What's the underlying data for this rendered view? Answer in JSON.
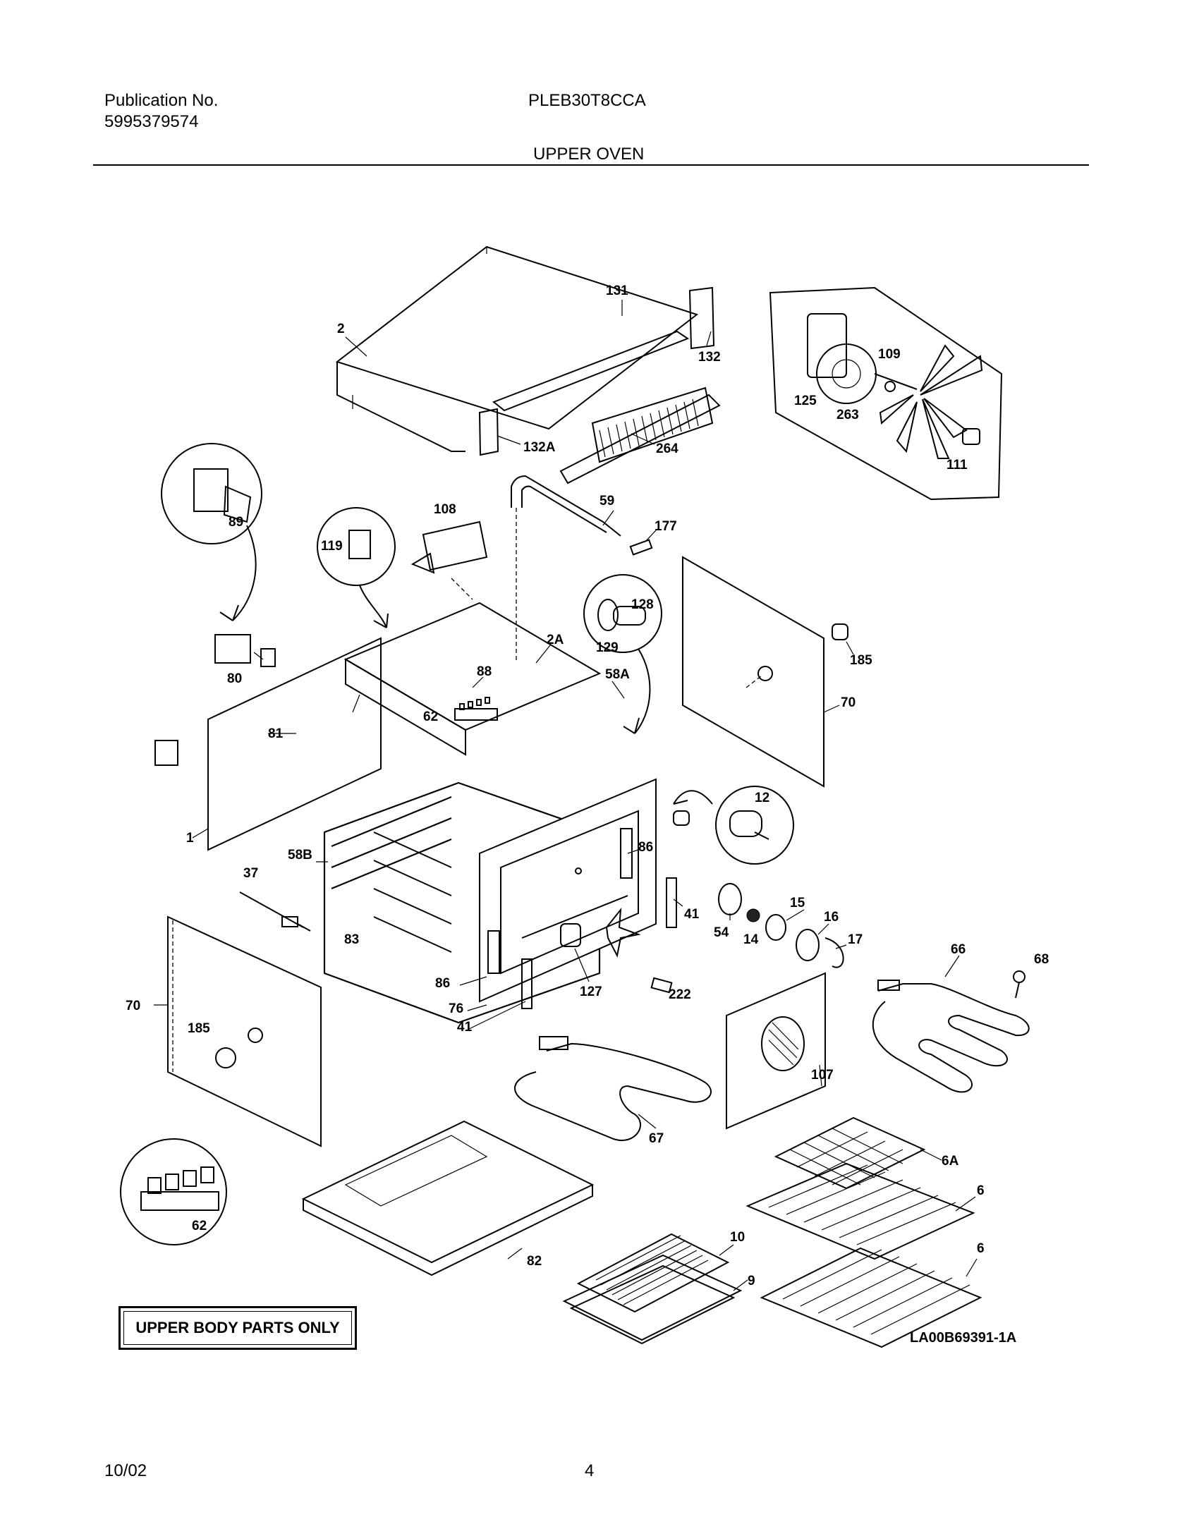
{
  "header": {
    "publication_label": "Publication No.",
    "publication_number": "5995379574",
    "model": "PLEB30T8CCA",
    "section_title": "UPPER OVEN"
  },
  "diagram": {
    "callouts": [
      "2",
      "131",
      "132",
      "132A",
      "264",
      "109",
      "125",
      "263",
      "111",
      "89",
      "108",
      "59",
      "177",
      "119",
      "128",
      "129",
      "185",
      "2A",
      "88",
      "58A",
      "70",
      "80",
      "81",
      "62",
      "12",
      "86",
      "1",
      "58B",
      "37",
      "83",
      "41",
      "54",
      "14",
      "15",
      "16",
      "17",
      "66",
      "68",
      "86",
      "76",
      "127",
      "222",
      "41",
      "70",
      "185",
      "107",
      "67",
      "6A",
      "6",
      "62",
      "82",
      "10",
      "9",
      "6"
    ],
    "note_box": "UPPER BODY PARTS ONLY",
    "drawing_code": "LA00B69391-1A"
  },
  "footer": {
    "date": "10/02",
    "page": "4"
  }
}
